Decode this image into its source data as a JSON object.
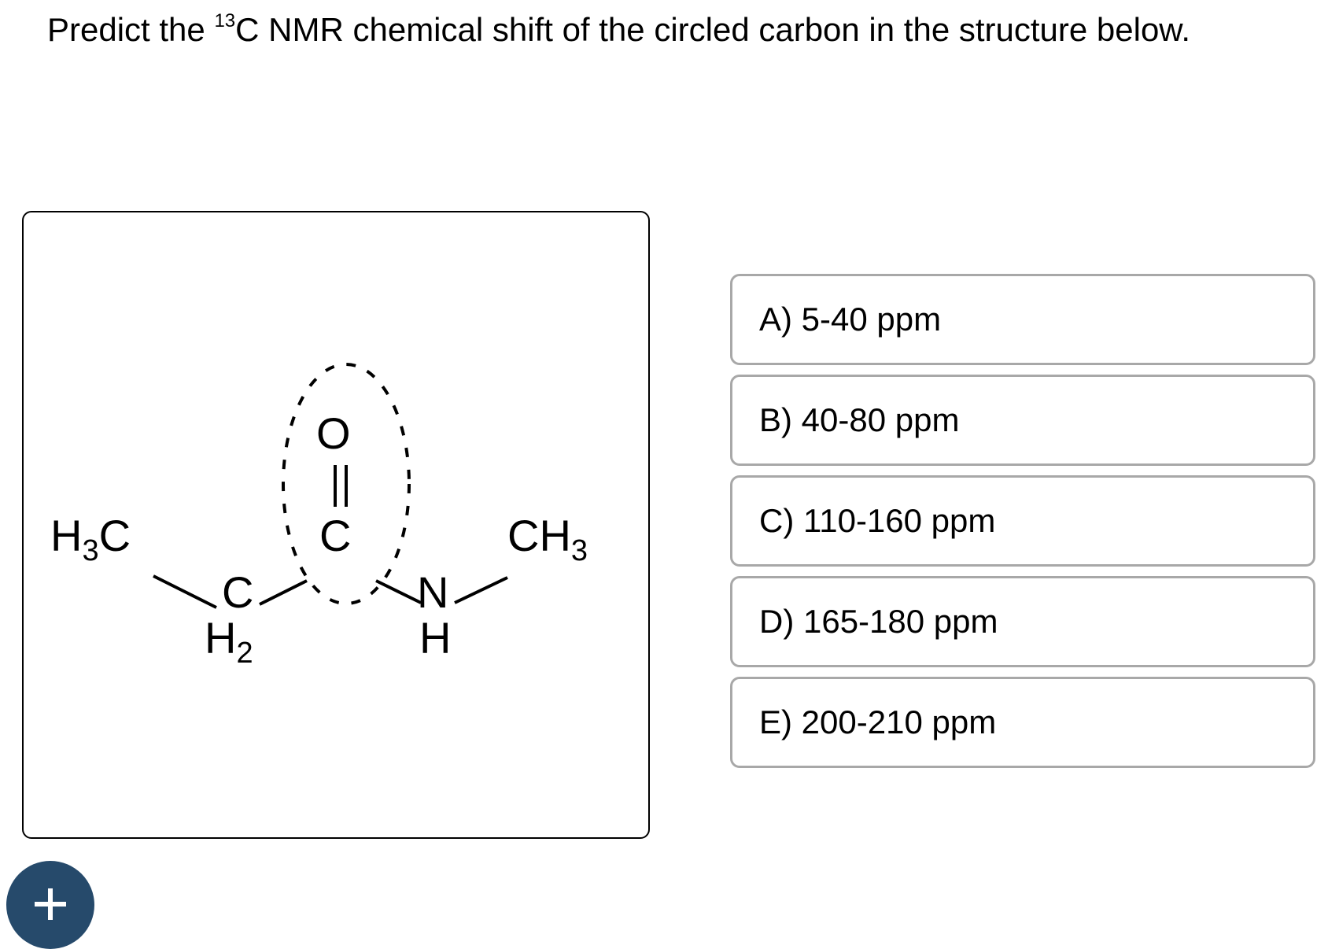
{
  "question": {
    "prefix": "Predict the ",
    "superscript": "13",
    "suffix": "C NMR chemical shift of the circled carbon in the structure below."
  },
  "structure": {
    "left_group": "H",
    "left_group_sub": "3",
    "left_group_end": "C",
    "ch2_carbon": "C",
    "ch2_h": "H",
    "ch2_sub": "2",
    "carbonyl_carbon": "C",
    "carbonyl_oxygen": "O",
    "nitrogen": "N",
    "nh_h": "H",
    "right_group": "CH",
    "right_group_sub": "3"
  },
  "options": [
    {
      "label": "A) 5-40 ppm"
    },
    {
      "label": "B) 40-80 ppm"
    },
    {
      "label": "C) 110-160 ppm"
    },
    {
      "label": "D) 165-180 ppm"
    },
    {
      "label": "E) 200-210 ppm"
    }
  ],
  "add_button": {
    "icon": "plus-icon"
  }
}
